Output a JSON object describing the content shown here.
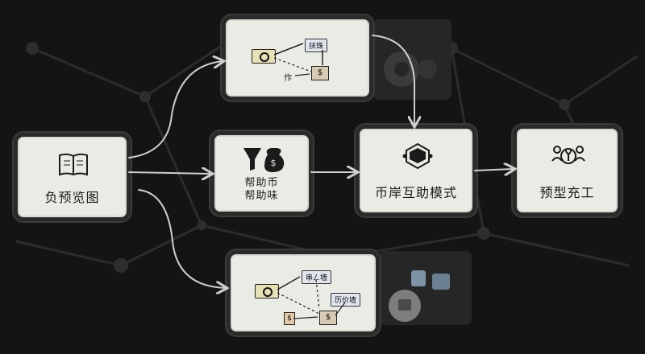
{
  "nodes": {
    "overview": {
      "label": "负预览图"
    },
    "help": {
      "line1": "帮助币",
      "line2": "帮助味"
    },
    "hub": {
      "label": "币岸互助模式"
    },
    "build": {
      "label": "预型充工"
    }
  },
  "top_panel": {
    "tag1": "扶珠",
    "side_label": "作",
    "dollar": "$"
  },
  "bottom_panel": {
    "tag1": "串ㄥ墙",
    "tag2": "历价墙",
    "dollar": "$",
    "dollar2": "$"
  },
  "colors": {
    "background": "#141414",
    "card": "#ebebe6",
    "arrow": "#cfcfcf"
  }
}
